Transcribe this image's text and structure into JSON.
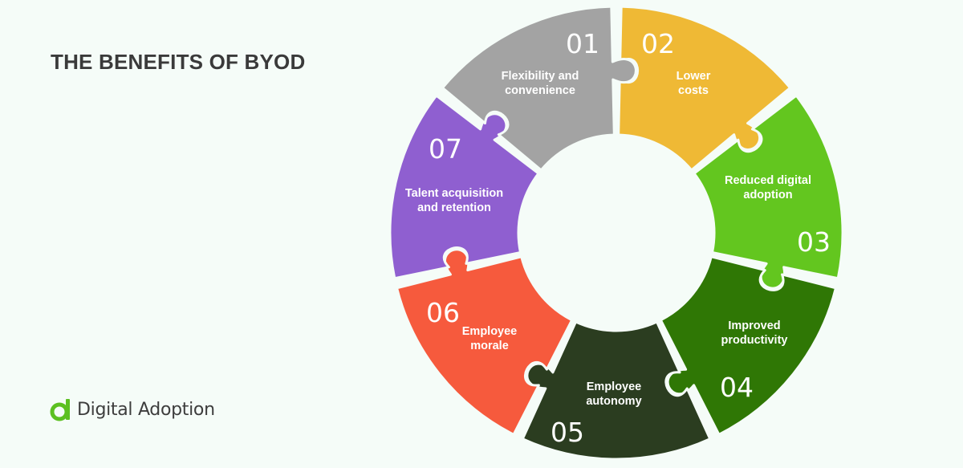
{
  "title": "THE BENEFITS OF BYOD",
  "logo": {
    "text": "Digital Adoption",
    "color": "#5cc021"
  },
  "segments": [
    {
      "number": "01",
      "label": [
        "Flexibility and",
        "convenience"
      ],
      "color": "#efb935"
    },
    {
      "number": "02",
      "label": [
        "Lower",
        "costs"
      ],
      "color": "#63c61f"
    },
    {
      "number": "03",
      "label": [
        "Reduced digital",
        "adoption"
      ],
      "color": "#2f7705"
    },
    {
      "number": "04",
      "label": [
        "Improved",
        "productivity"
      ],
      "color": "#2b3d20"
    },
    {
      "number": "05",
      "label": [
        "Employee",
        "autonomy"
      ],
      "color": "#f65a3d"
    },
    {
      "number": "06",
      "label": [
        "Employee",
        "morale"
      ],
      "color": "#8f5fd0"
    },
    {
      "number": "07",
      "label": [
        "Talent acquisition",
        "and retention"
      ],
      "color": "#a3a3a3"
    }
  ]
}
